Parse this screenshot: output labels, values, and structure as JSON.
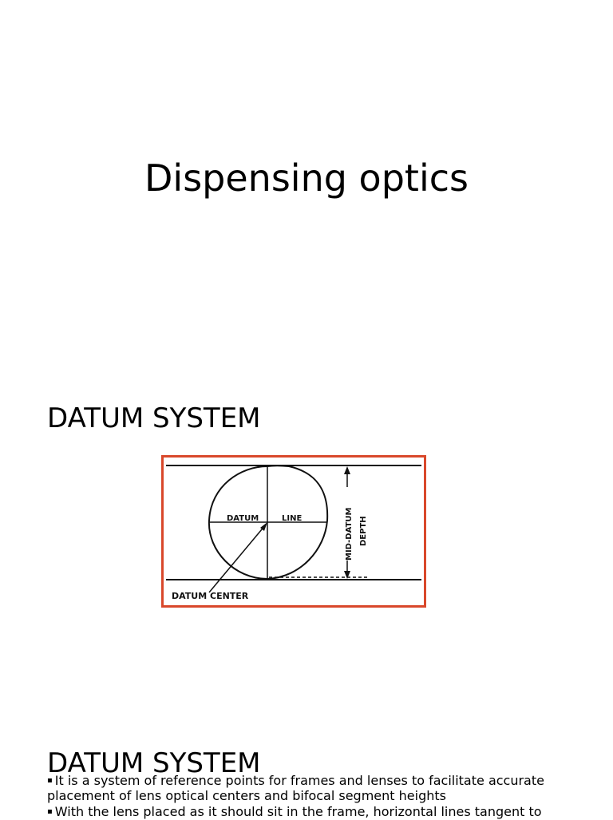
{
  "slides": [
    {
      "title": "Dispensing optics"
    },
    {
      "heading": "DATUM SYSTEM",
      "figure": {
        "labels": {
          "datum": "DATUM",
          "line": "LINE",
          "datum_center": "DATUM CENTER",
          "mid_datum": "MID-DATUM",
          "depth": "DEPTH"
        },
        "colors": {
          "border": "#d9482b",
          "ink": "#111111"
        }
      }
    },
    {
      "heading": "DATUM SYSTEM",
      "bullets": [
        "It is a system of reference points for frames and lenses to facilitate accurate placement of lens optical centers and bifocal segment heights",
        "With the lens placed as it should sit in the frame, horizontal lines tangent to"
      ],
      "bullet_symbol": "▪"
    }
  ]
}
